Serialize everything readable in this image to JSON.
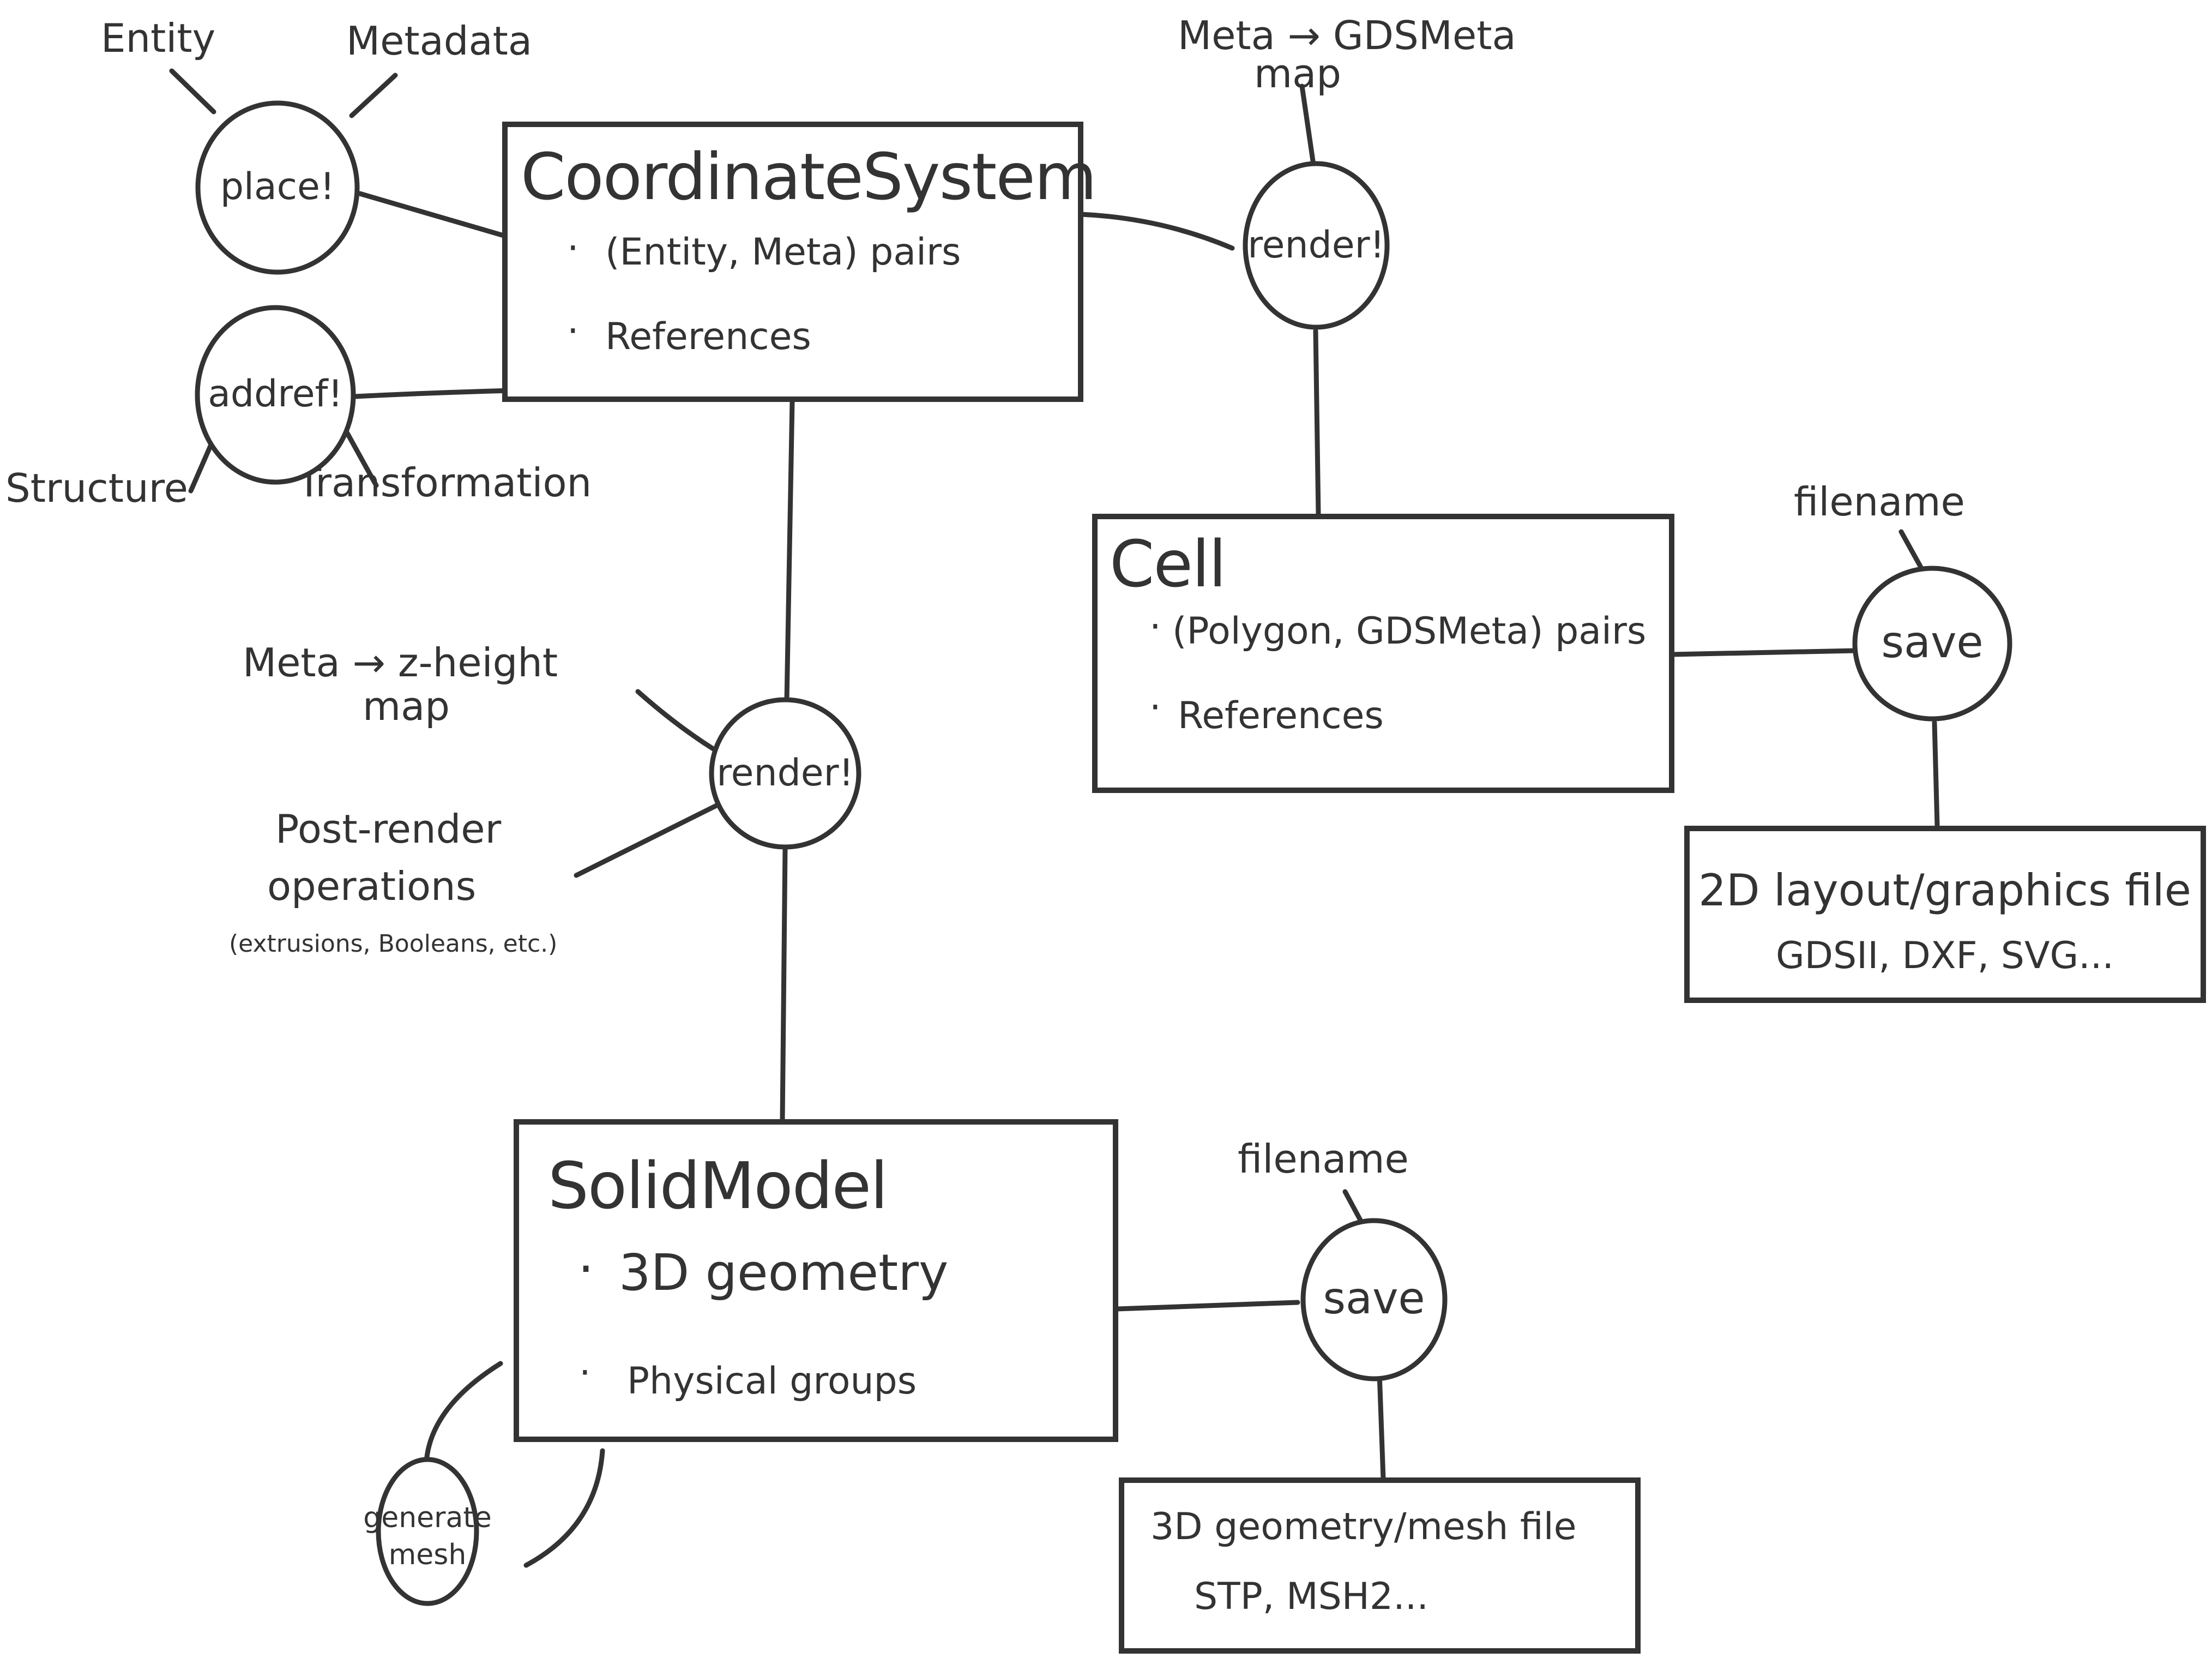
{
  "diagram": {
    "colors": {
      "ink": "#333333",
      "background": "#ffffff"
    },
    "inputs": {
      "entity": "Entity",
      "metadata": "Metadata",
      "structure": "Structure",
      "transformation": "Transformation",
      "meta_gdsmeta_line1": "Meta → GDSMeta",
      "meta_gdsmeta_line2": "map",
      "meta_zheight_line1": "Meta → z-height",
      "meta_zheight_line2": "map",
      "post_render_line1": "Post-render",
      "post_render_line2": "operations",
      "post_render_line3": "(extrusions, Booleans, etc.)",
      "filename_2d": "filename",
      "filename_3d": "filename"
    },
    "operations": {
      "place": "place!",
      "addref": "addref!",
      "render_2d": "render!",
      "render_3d": "render!",
      "save_2d": "save",
      "save_3d": "save",
      "generate_mesh_line1": "generate",
      "generate_mesh_line2": "mesh"
    },
    "structures": {
      "coordinate_system": {
        "title": "CoordinateSystem",
        "items": [
          "(Entity, Meta) pairs",
          "References"
        ]
      },
      "cell": {
        "title": "Cell",
        "items": [
          "(Polygon, GDSMeta) pairs",
          "References"
        ]
      },
      "solid_model": {
        "title": "SolidModel",
        "items": [
          "3D geometry",
          "Physical groups"
        ]
      }
    },
    "outputs": {
      "file_2d": {
        "line1": "2D layout/graphics file",
        "line2": "GDSII, DXF, SVG..."
      },
      "file_3d": {
        "line1": "3D geometry/mesh file",
        "line2": "STP, MSH2..."
      }
    },
    "bullet": "·",
    "edges": [
      {
        "from": "entity",
        "to": "place"
      },
      {
        "from": "metadata",
        "to": "place"
      },
      {
        "from": "place",
        "to": "coordinate_system.items.0"
      },
      {
        "from": "structure",
        "to": "addref"
      },
      {
        "from": "transformation",
        "to": "addref"
      },
      {
        "from": "addref",
        "to": "coordinate_system.items.1"
      },
      {
        "from": "coordinate_system",
        "to": "render_2d"
      },
      {
        "from": "meta_gdsmeta_map",
        "to": "render_2d"
      },
      {
        "from": "render_2d",
        "to": "cell"
      },
      {
        "from": "cell",
        "to": "save_2d"
      },
      {
        "from": "filename_2d",
        "to": "save_2d"
      },
      {
        "from": "save_2d",
        "to": "file_2d"
      },
      {
        "from": "coordinate_system",
        "to": "render_3d"
      },
      {
        "from": "meta_zheight_map",
        "to": "render_3d"
      },
      {
        "from": "post_render_operations",
        "to": "render_3d"
      },
      {
        "from": "render_3d",
        "to": "solid_model"
      },
      {
        "from": "solid_model",
        "to": "generate_mesh"
      },
      {
        "from": "generate_mesh",
        "to": "solid_model"
      },
      {
        "from": "solid_model",
        "to": "save_3d"
      },
      {
        "from": "filename_3d",
        "to": "save_3d"
      },
      {
        "from": "save_3d",
        "to": "file_3d"
      }
    ]
  }
}
